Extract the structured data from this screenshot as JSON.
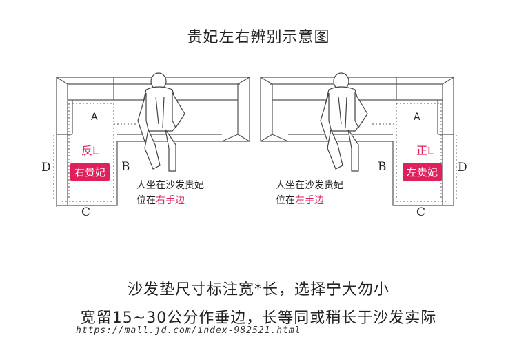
{
  "title": "贵妃左右辨别示意图",
  "left": {
    "label_a": "A",
    "label_b": "B",
    "label_c": "C",
    "label_d": "D",
    "type_label": "反L",
    "badge": "右贵妃",
    "note_line1": "人坐在沙发贵妃",
    "note_line2_prefix": "位在",
    "note_line2_highlight": "右手边"
  },
  "right": {
    "label_a": "A",
    "label_b": "B",
    "label_c": "C",
    "label_d": "D",
    "type_label": "正L",
    "badge": "左贵妃",
    "note_line1": "人坐在沙发贵妃",
    "note_line2_prefix": "位在",
    "note_line2_highlight": "左手边"
  },
  "caption_line1": "沙发垫尺寸标注宽*长，选择宁大勿小",
  "caption_line2": "宽留15~30公分作垂边，长等同或稍长于沙发实际",
  "watermark_url": "https://mall.jd.com/index-982521.html",
  "colors": {
    "accent": "#e0205a",
    "line": "#555555",
    "dotted": "#777777"
  }
}
